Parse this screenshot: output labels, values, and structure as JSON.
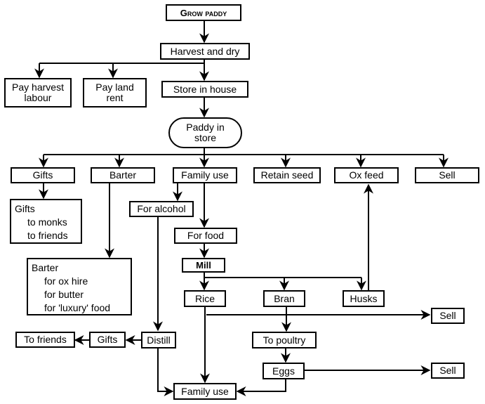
{
  "diagram": {
    "nodes": {
      "grow_paddy": "Grow paddy",
      "harvest_dry": "Harvest and dry",
      "pay_harvest_labour": "Pay harvest labour",
      "pay_land_rent": "Pay land rent",
      "store_in_house": "Store in house",
      "paddy_in_store": "Paddy in store",
      "gifts": "Gifts",
      "barter": "Barter",
      "family_use": "Family use",
      "retain_seed": "Retain seed",
      "ox_feed": "Ox feed",
      "sell_top": "Sell",
      "gifts_detail": {
        "title": "Gifts",
        "items": [
          "to monks",
          "to friends"
        ]
      },
      "for_alcohol": "For alcohol",
      "for_food": "For food",
      "mill": "Mill",
      "barter_detail": {
        "title": "Barter",
        "items": [
          "for ox hire",
          "for butter",
          "for 'luxury' food"
        ]
      },
      "rice": "Rice",
      "bran": "Bran",
      "husks": "Husks",
      "sell_bran": "Sell",
      "to_poultry": "To poultry",
      "eggs": "Eggs",
      "sell_eggs": "Sell",
      "to_friends": "To friends",
      "gifts_alcohol": "Gifts",
      "distill": "Distill",
      "family_use_final": "Family use"
    }
  }
}
